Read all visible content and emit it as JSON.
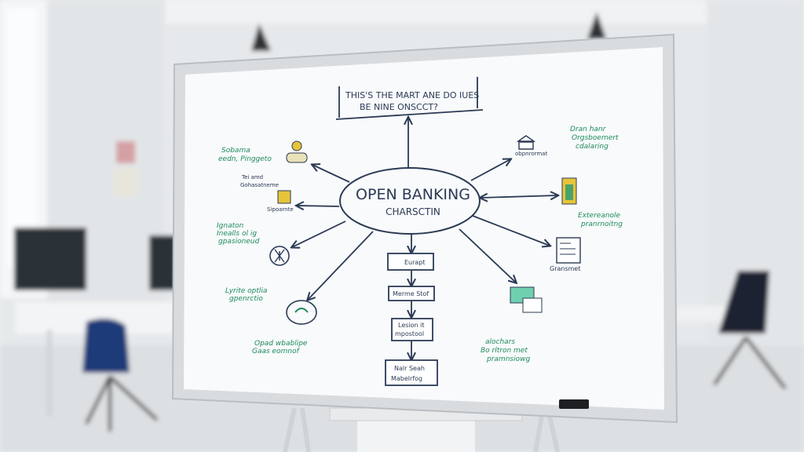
{
  "whiteboard": {
    "top_note": [
      "THIS'S THE MART ANE DO IUES",
      "BE NINE ONSCCT?"
    ],
    "center": {
      "title": "OPEN BANKING",
      "subtitle": "CHARSCTIN"
    },
    "flow_boxes": [
      "Eurapt",
      "Merme Stof",
      "Lesion it",
      "mpostool",
      "Nalr Seah",
      "Mabelrfog"
    ],
    "left_notes": [
      "Sobama",
      "eedn, Pinggeto",
      "Tei amd",
      "Gohasatneme",
      "Sipoarnte",
      "Ignaton",
      "Inealls ol ig",
      "gpasioneud",
      "Lyrite optlia",
      "gpenrctio",
      "Opad wbablipe",
      "Gaas eomnof"
    ],
    "right_notes": [
      "obpnrormat",
      "Dran hanr",
      "Orgsboemert",
      "cdalaring",
      "Extereanole",
      "pranrnoitng",
      "Gransmet",
      "alochars",
      "Bo rltron met",
      "pramnsiowg"
    ],
    "colors": {
      "ink": "#2b3a55",
      "green_marker": "#1f8a5c",
      "yellow": "#e7c53a",
      "board": "#f8fafb",
      "frame": "#d9dcdf"
    }
  }
}
